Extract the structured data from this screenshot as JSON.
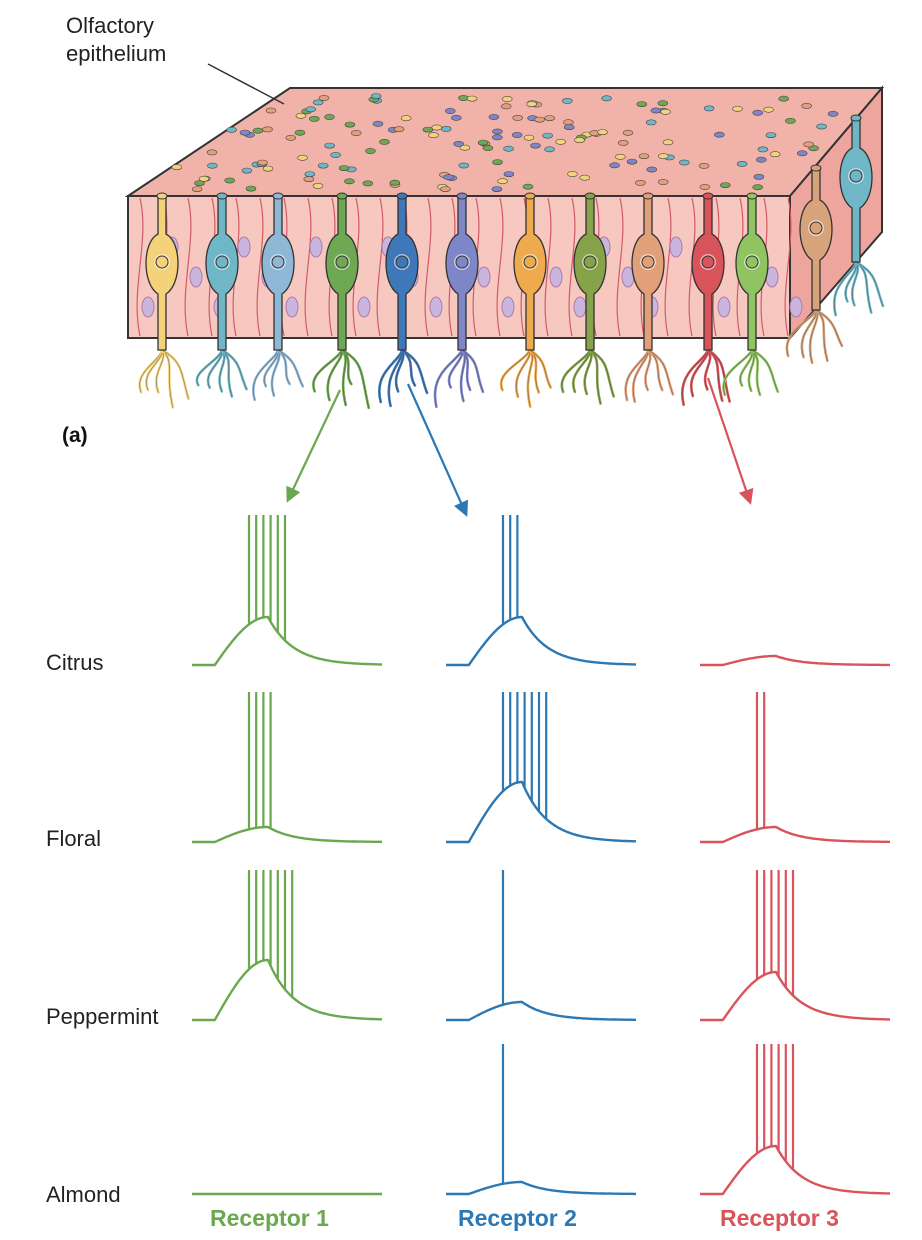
{
  "figure": {
    "tissue_label_line1": "Olfactory",
    "tissue_label_line2": "epithelium",
    "panel_label": "(a)"
  },
  "odors": [
    "Citrus",
    "Floral",
    "Peppermint",
    "Almond"
  ],
  "receptors": [
    {
      "name": "Receptor 1",
      "color": "#6aa84f"
    },
    {
      "name": "Receptor 2",
      "color": "#2b78b4"
    },
    {
      "name": "Receptor 3",
      "color": "#d9535b"
    }
  ],
  "responses": [
    [
      {
        "spikes": 6,
        "depol": 0.8
      },
      {
        "spikes": 3,
        "depol": 0.8
      },
      {
        "spikes": 0,
        "depol": 0.15
      }
    ],
    [
      {
        "spikes": 4,
        "depol": 0.25
      },
      {
        "spikes": 7,
        "depol": 1.0
      },
      {
        "spikes": 2,
        "depol": 0.25
      }
    ],
    [
      {
        "spikes": 7,
        "depol": 1.0
      },
      {
        "spikes": 1,
        "depol": 0.3
      },
      {
        "spikes": 6,
        "depol": 0.8
      }
    ],
    [
      {
        "spikes": 0,
        "depol": 0.0
      },
      {
        "spikes": 1,
        "depol": 0.2
      },
      {
        "spikes": 6,
        "depol": 0.8
      }
    ]
  ],
  "cell_colors": [
    "#f3d27a",
    "#6fb6c6",
    "#8fb7d6",
    "#6fa852",
    "#3f78b8",
    "#7f86c8",
    "#eeaa4c",
    "#86a34a",
    "#e2a07a",
    "#d9535b",
    "#8fc460",
    "#d8a27a",
    "#6fb6c6"
  ]
}
